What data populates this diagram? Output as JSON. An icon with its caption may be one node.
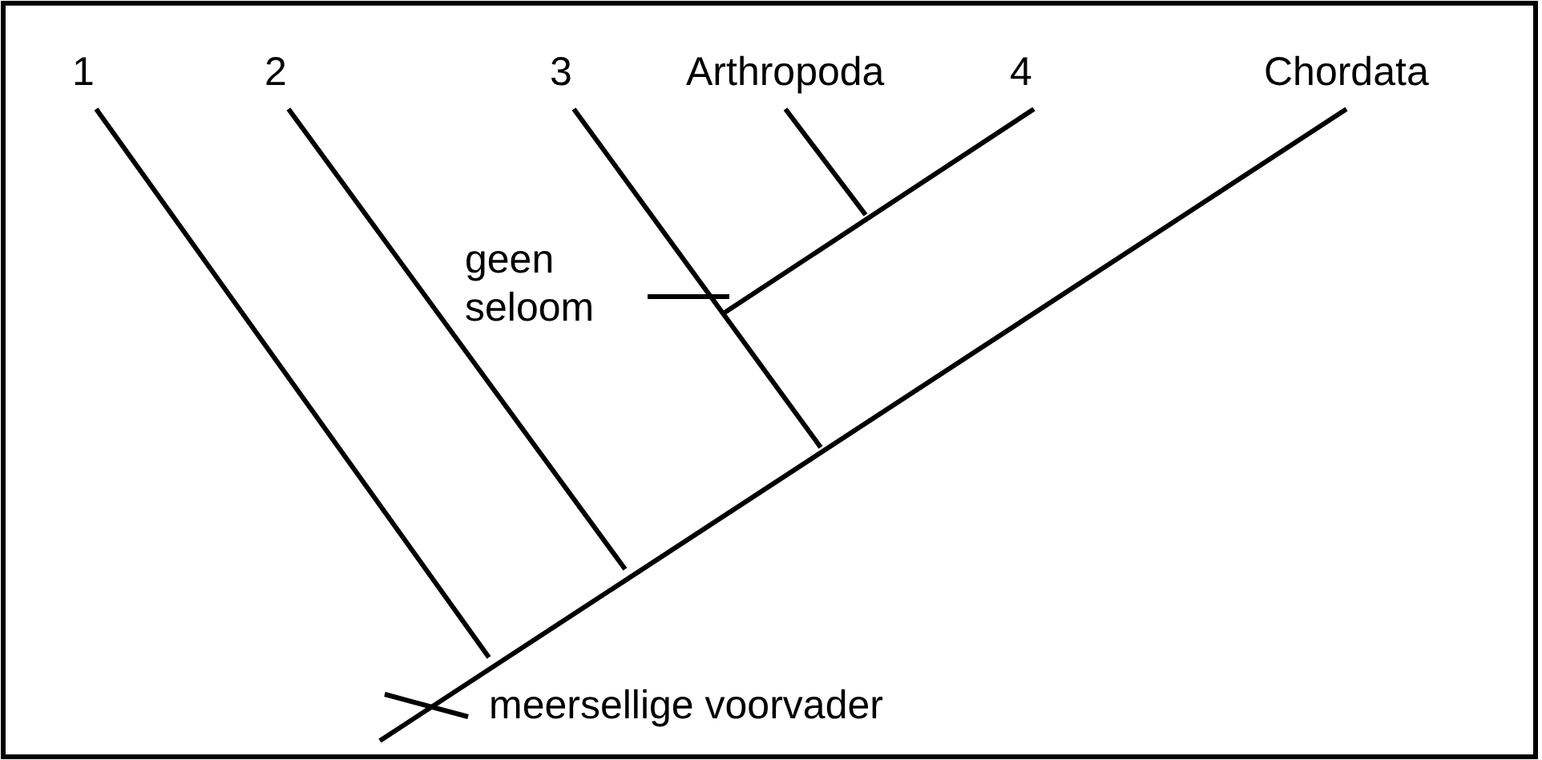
{
  "diagram": {
    "labels": [
      "1",
      "2",
      "3",
      "Arthropoda",
      "4",
      "Chordata",
      "geen seloom",
      "meersellige voorvader"
    ]
  }
}
